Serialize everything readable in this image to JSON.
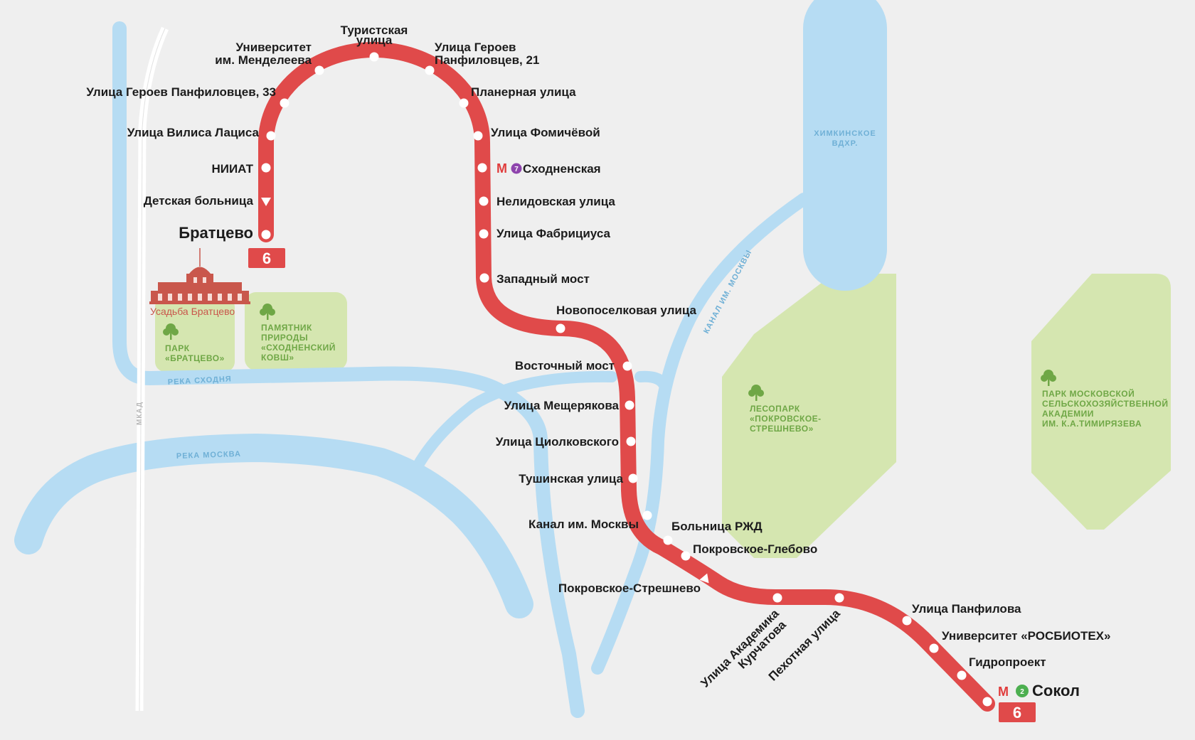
{
  "colors": {
    "background": "#efefef",
    "route": "#e04a4a",
    "water": "#b6dcf3",
    "water_label": "#6fb0d6",
    "park": "#d5e6b0",
    "park_label": "#6fa746",
    "road": "#ffffff",
    "manor": "#c9574c",
    "metro_line_2": "#4caf50",
    "metro_line_7": "#8e44ad"
  },
  "route": {
    "number": "6",
    "terminal_start": "Братцево",
    "terminal_end": "Сокол"
  },
  "stops": [
    "Улица Героев Панфиловцев, 33",
    "Университет им. Менделеева",
    "Туристская улица",
    "Улица Героев Панфиловцев, 21",
    "Планерная улица",
    "Улица Фомичёвой",
    "Сходненская",
    "Нелидовская улица",
    "Улица Фабрициуса",
    "Западный мост",
    "Новопоселковая улица",
    "Восточный мост",
    "Улица Мещерякова",
    "Улица Циолковского",
    "Тушинская улица",
    "Канал им. Москвы",
    "Больница РЖД",
    "Покровское-Глебово",
    "Покровское-Стрешнево",
    "Улица Академика Курчатова",
    "Пехотная улица",
    "Улица Панфилова",
    "Университет «РОСБИОТЕХ»",
    "Гидропроект",
    "Улица Вилиса Лациса",
    "НИИАТ",
    "Детская больница"
  ],
  "labels": {
    "university_l1": "Университет",
    "university_l2": "им. Менделеева",
    "turist_l1": "Туристская",
    "turist_l2": "улица",
    "geroev21_l1": "Улица Героев",
    "geroev21_l2": "Панфиловцев, 21",
    "kurchatova_l1": "Улица Академика",
    "kurchatova_l2": "Курчатова"
  },
  "metro": {
    "symbol": "М",
    "skhodnenskaya_line": "7",
    "sokol_line": "2"
  },
  "water": {
    "skhodnya": "РЕКА СХОДНЯ",
    "moskva_river": "РЕКА МОСКВА",
    "canal": "КАНАЛ ИМ. МОСКВЫ",
    "reservoir_l1": "ХИМКИНСКОЕ",
    "reservoir_l2": "ВДХР."
  },
  "parks": {
    "bratsevo_l1": "ПАРК",
    "bratsevo_l2": "«БРАТЦЕВО»",
    "kovsh_l1": "ПАМЯТНИК",
    "kovsh_l2": "ПРИРОДЫ",
    "kovsh_l3": "«СХОДНЕНСКИЙ",
    "kovsh_l4": "КОВШ»",
    "pokrovskoe_l1": "ЛЕСОПАРК",
    "pokrovskoe_l2": "«ПОКРОВСКОЕ-",
    "pokrovskoe_l3": "СТРЕШНЕВО»",
    "timiryazev_l1": "ПАРК МОСКОВСКОЙ",
    "timiryazev_l2": "СЕЛЬСКОХОЗЯЙСТВЕННОЙ",
    "timiryazev_l3": "АКАДЕМИИ",
    "timiryazev_l4": "ИМ. К.А.ТИМИРЯЗЕВА"
  },
  "landmarks": {
    "manor": "Усадьба Братцево",
    "road": "МКАД"
  }
}
